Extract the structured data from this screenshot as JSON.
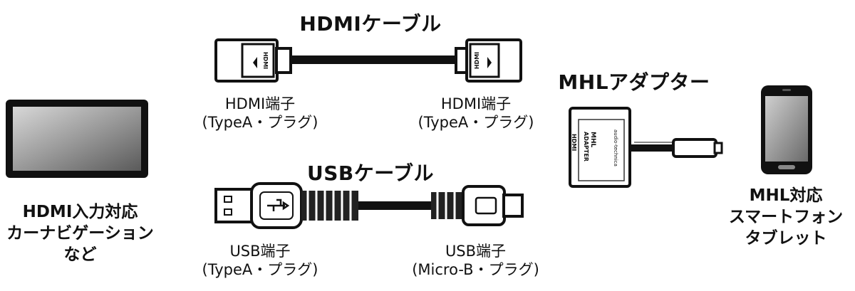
{
  "cables": {
    "hdmi": {
      "title": "HDMIケーブル",
      "plug_mark": "HDMI",
      "left_end": {
        "line1": "HDMI端子",
        "line2": "(TypeA・プラグ)"
      },
      "right_end": {
        "line1": "HDMI端子",
        "line2": "(TypeA・プラグ)"
      }
    },
    "usb": {
      "title": "USBケーブル",
      "left_end": {
        "line1": "USB端子",
        "line2": "(TypeA・プラグ)"
      },
      "right_end": {
        "line1": "USB端子",
        "line2": "(Micro-B・プラグ)"
      }
    }
  },
  "adapter": {
    "title": "MHLアダプター",
    "port_mark": "HDMI",
    "body_text": [
      "MHL",
      "ADAPTER"
    ],
    "brand": "audio-technica"
  },
  "devices": {
    "left": {
      "lines": [
        "HDMI入力対応",
        "カーナビゲーション",
        "など"
      ]
    },
    "right": {
      "lines": [
        "MHL対応",
        "スマートフォン",
        "タブレット"
      ]
    }
  }
}
